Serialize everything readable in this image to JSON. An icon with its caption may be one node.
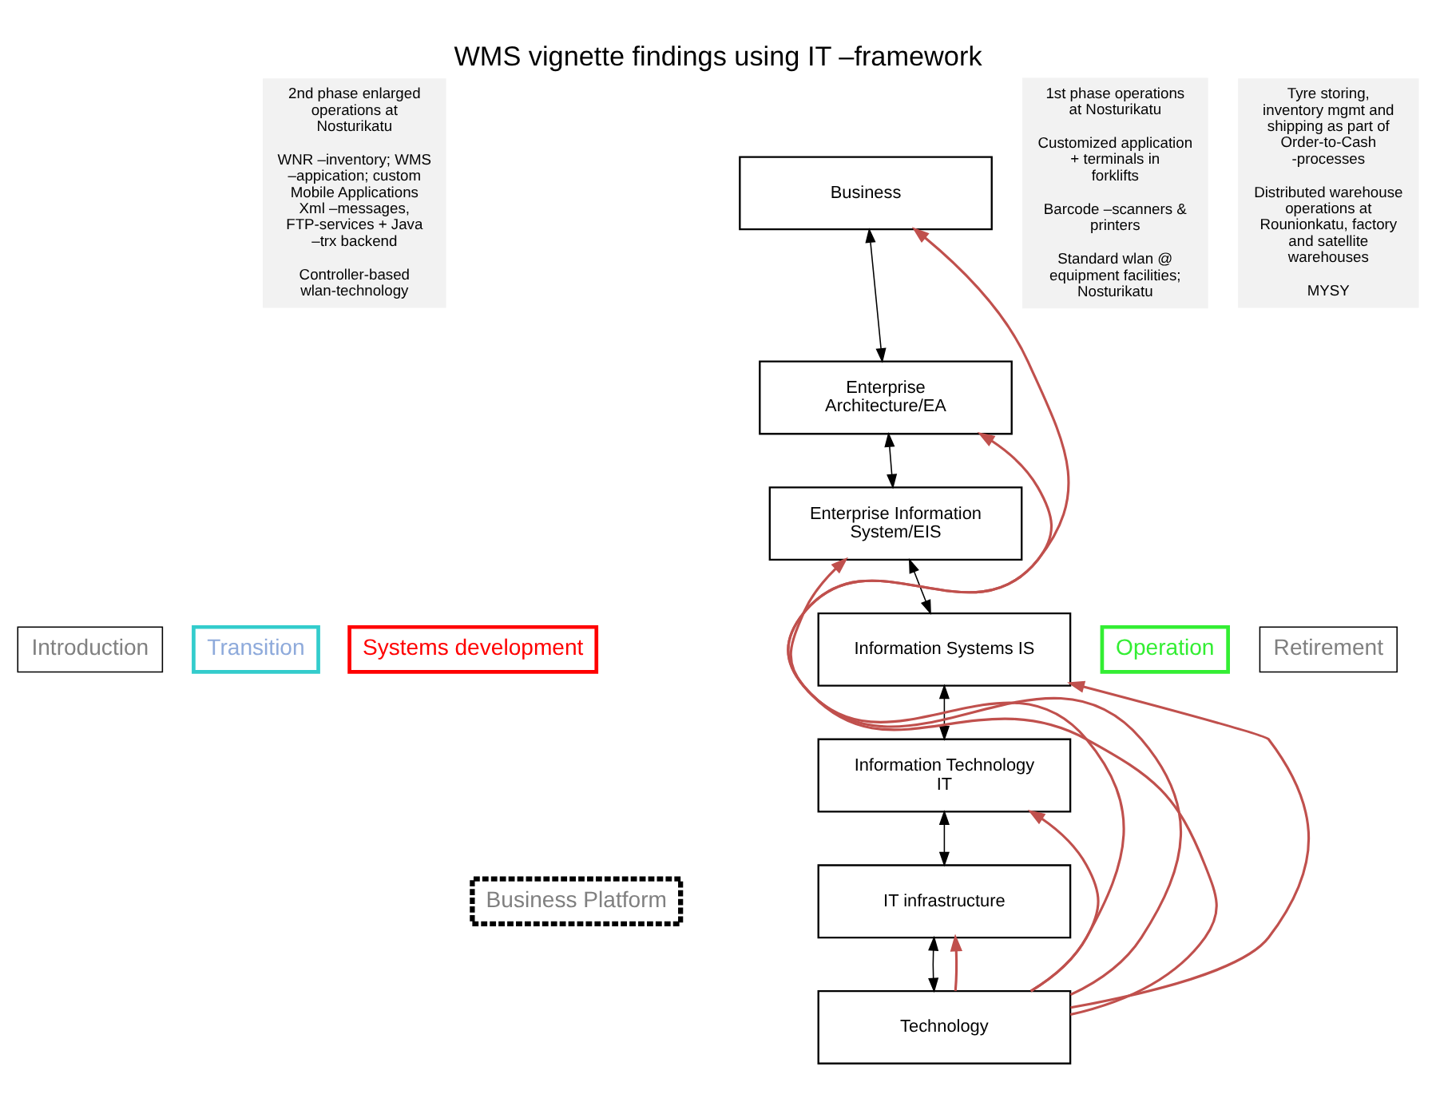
{
  "diagram": {
    "title": "WMS vignette findings using IT –framework",
    "nodes": [
      {
        "text": [
          "Business"
        ]
      },
      {
        "text": [
          "Business Platform"
        ]
      },
      {
        "text": [
          "Enterprise Architecture/EA"
        ]
      },
      {
        "text": [
          "Systems development"
        ]
      },
      {
        "text": [
          "Transition"
        ]
      },
      {
        "text": [
          "Operation"
        ]
      },
      {
        "text": [
          "Enterprise Information System/EIS"
        ]
      },
      {
        "text": [
          "Information Systems IS"
        ]
      },
      {
        "text": [
          "Information Technology IT"
        ]
      },
      {
        "text": [
          "IT infrastructure"
        ]
      },
      {
        "text": [
          "Technology"
        ]
      },
      {
        "text": [
          "2nd phase enlarged operations at Nosturikatu",
          "WNR –inventory; WMS –appication; custom Mobile Applications Xml –messages, FTP-services + Java –trx backend",
          "Controller-based wlan-technology"
        ]
      },
      {
        "text": [
          "Introduction"
        ]
      },
      {
        "text": [
          "1st phase operations at Nosturikatu",
          "Customized application + terminals in forklifts",
          "Barcode –scanners & printers",
          "Standard wlan @ equipment facilities; Nosturikatu"
        ]
      },
      {
        "text": [
          "Tyre storing, inventory mgmt and shipping as part of Order-to-Cash -processes",
          "Distributed warehouse operations at Rounionkatu, factory and satellite warehouses",
          "MYSY"
        ]
      },
      {
        "text": [
          "Retirement"
        ]
      }
    ],
    "edges": [
      {
        "from": 0,
        "to": 2,
        "arrow": "both",
        "color": "#000000"
      },
      {
        "from": 2,
        "to": 6,
        "arrow": "both",
        "color": "#000000"
      },
      {
        "from": 6,
        "to": 7,
        "arrow": "both",
        "color": "#000000"
      },
      {
        "from": 7,
        "to": 8,
        "arrow": "both",
        "color": "#000000"
      },
      {
        "from": 8,
        "to": 9,
        "arrow": "both",
        "color": "#000000"
      },
      {
        "from": 9,
        "to": 10,
        "arrow": "both",
        "color": "#000000"
      },
      {
        "from": 10,
        "to": 0,
        "arrow": "to",
        "color": "#c0504d"
      },
      {
        "from": 10,
        "to": 2,
        "arrow": "to",
        "color": "#c0504d"
      },
      {
        "from": 10,
        "to": 6,
        "arrow": "to",
        "color": "#c0504d"
      },
      {
        "from": 10,
        "to": 7,
        "arrow": "to",
        "color": "#c0504d"
      },
      {
        "from": 10,
        "to": 8,
        "arrow": "to",
        "color": "#c0504d"
      },
      {
        "from": 10,
        "to": 9,
        "arrow": "to",
        "color": "#c0504d"
      }
    ]
  }
}
